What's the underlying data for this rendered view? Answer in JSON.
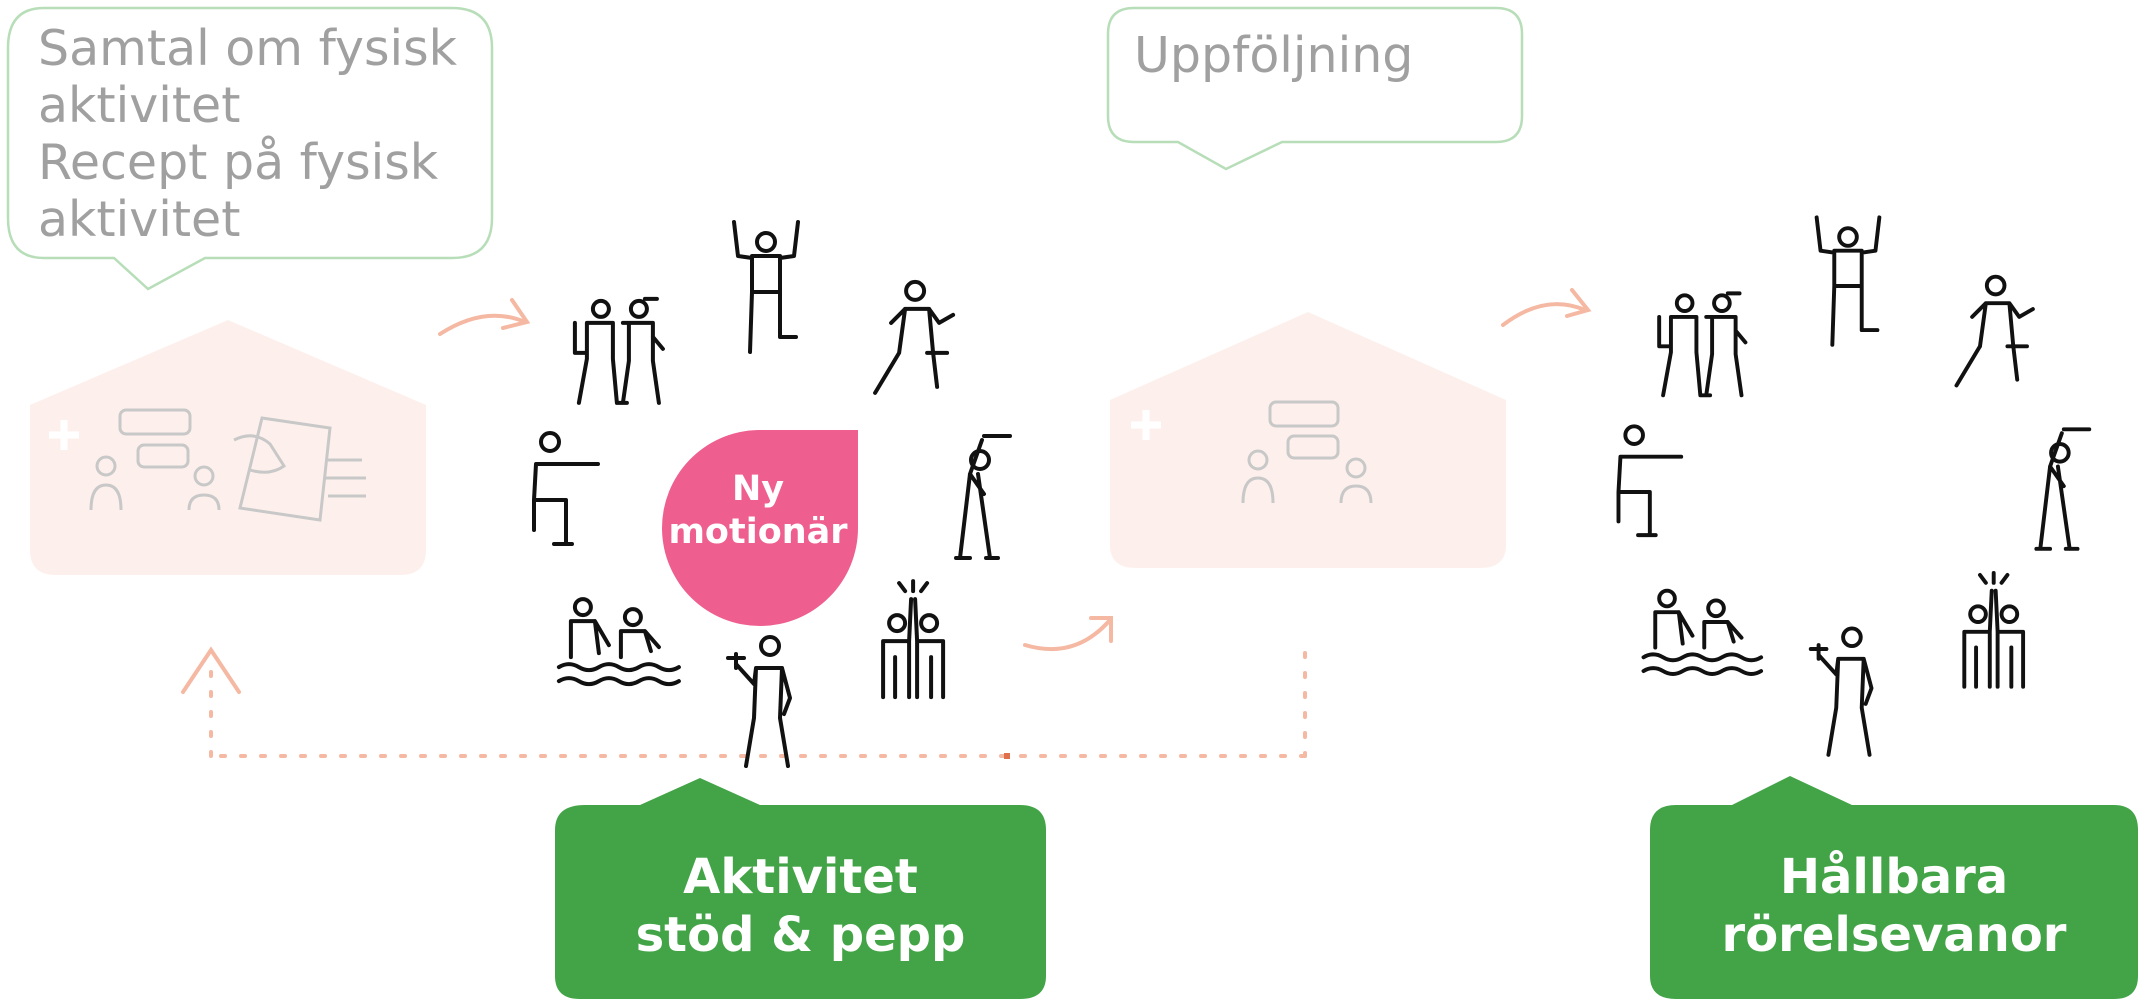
{
  "bubbles": {
    "left": {
      "lines": [
        "Samtal om fysisk",
        "aktivitet",
        "Recept på fysisk",
        "aktivitet"
      ]
    },
    "middle": {
      "lines": [
        "Uppföljning"
      ]
    }
  },
  "center_badge": {
    "lines": [
      "Ny",
      "motionär"
    ]
  },
  "callouts": {
    "activity": {
      "lines": [
        "Aktivitet",
        "stöd & pepp"
      ]
    },
    "habits": {
      "lines": [
        "Hållbara",
        "rörelsevanor"
      ]
    }
  },
  "colors": {
    "green": "#43a447",
    "pink": "#ee5f8f",
    "peach_arrow": "#f5b8a2",
    "house_fill": "#fdf0ec",
    "bubble_border": "#b7deb8",
    "text_gray": "#a0a0a0"
  },
  "icons": {
    "houses": [
      "healthcare-house-icon",
      "healthcare-house-icon"
    ],
    "figures": [
      "arms-raised-figure-icon",
      "stepping-figure-icon",
      "stretching-figure-icon",
      "high-five-figures-icon",
      "dumbbell-figure-icon",
      "swimmers-icon",
      "squat-figure-icon",
      "hikers-icon"
    ]
  }
}
